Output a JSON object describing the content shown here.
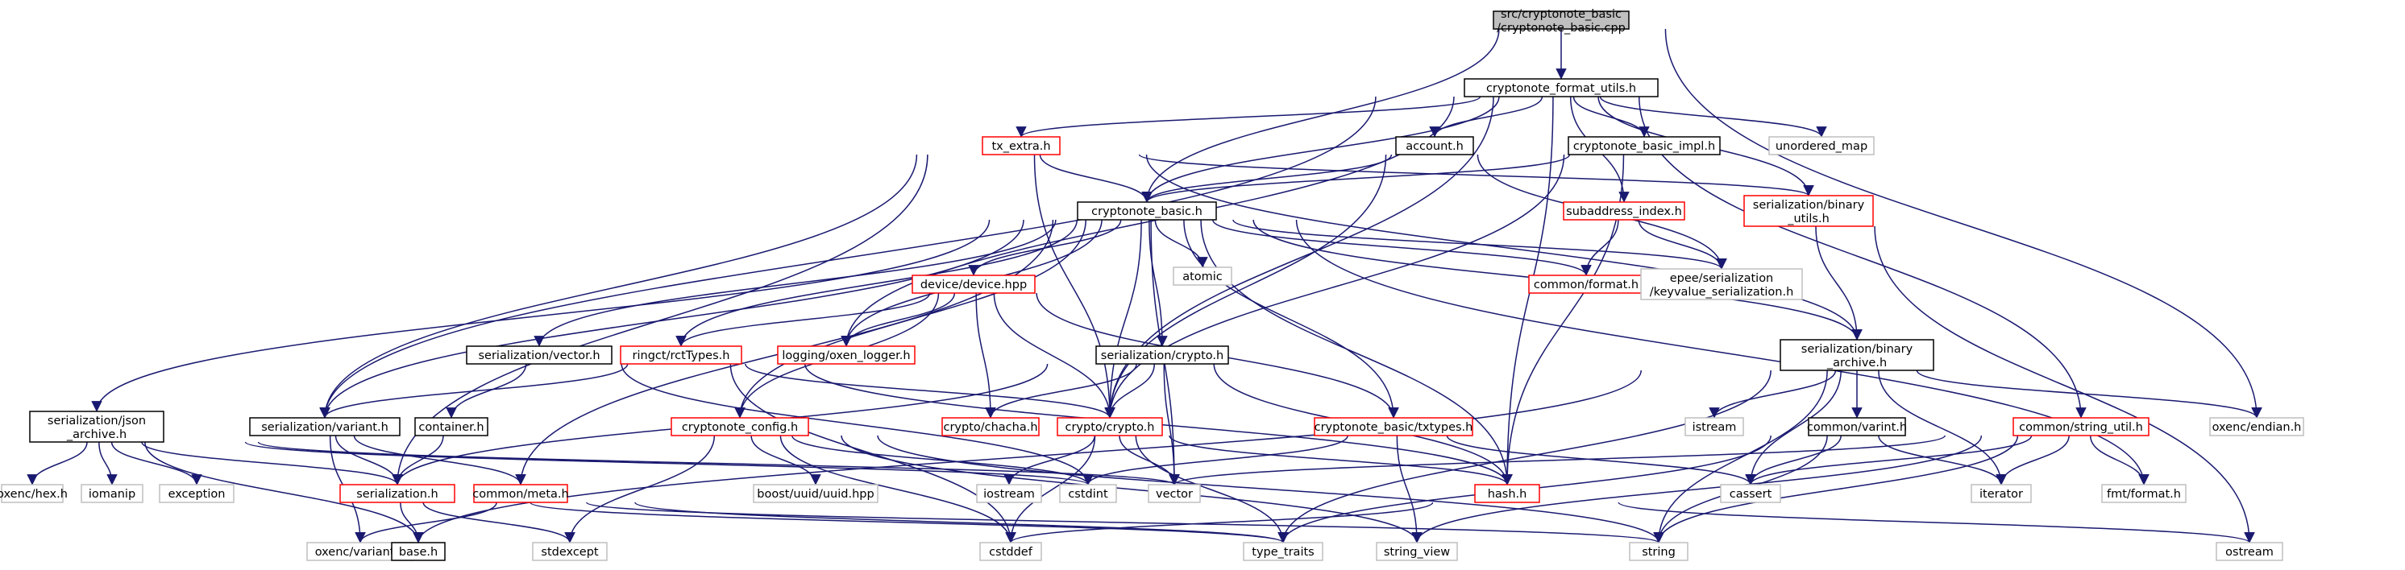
{
  "colors": {
    "edge": "#191970",
    "text": "#000000",
    "border_documented": "#000000",
    "border_incomplete": "#ff0000",
    "border_external": "#bfbfbf",
    "root_fill": "#bfbfbf",
    "node_fill": "#ffffff"
  },
  "nodes": [
    {
      "id": "root",
      "lines": [
        "src/cryptonote_basic",
        "/cryptonote_basic.cpp"
      ],
      "kind": "root"
    },
    {
      "id": "cfu",
      "lines": [
        "cryptonote_format_utils.h"
      ],
      "kind": "doc"
    },
    {
      "id": "txextra",
      "lines": [
        "tx_extra.h"
      ],
      "kind": "red"
    },
    {
      "id": "account",
      "lines": [
        "account.h"
      ],
      "kind": "doc"
    },
    {
      "id": "cbimpl",
      "lines": [
        "cryptonote_basic_impl.h"
      ],
      "kind": "doc"
    },
    {
      "id": "umap",
      "lines": [
        "unordered_map"
      ],
      "kind": "ext"
    },
    {
      "id": "cb",
      "lines": [
        "cryptonote_basic.h"
      ],
      "kind": "doc"
    },
    {
      "id": "subaddr",
      "lines": [
        "subaddress_index.h"
      ],
      "kind": "red"
    },
    {
      "id": "binutils",
      "lines": [
        "serialization/binary",
        "_utils.h"
      ],
      "kind": "red"
    },
    {
      "id": "atomic",
      "lines": [
        "atomic"
      ],
      "kind": "ext"
    },
    {
      "id": "devhpp",
      "lines": [
        "device/device.hpp"
      ],
      "kind": "red"
    },
    {
      "id": "format",
      "lines": [
        "common/format.h"
      ],
      "kind": "red"
    },
    {
      "id": "epee",
      "lines": [
        "epee/serialization",
        "/keyvalue_serialization.h"
      ],
      "kind": "ext"
    },
    {
      "id": "svector",
      "lines": [
        "serialization/vector.h"
      ],
      "kind": "doc"
    },
    {
      "id": "ringct",
      "lines": [
        "ringct/rctTypes.h"
      ],
      "kind": "red"
    },
    {
      "id": "logger",
      "lines": [
        "logging/oxen_logger.h"
      ],
      "kind": "red"
    },
    {
      "id": "scrypto",
      "lines": [
        "serialization/crypto.h"
      ],
      "kind": "doc"
    },
    {
      "id": "binarch",
      "lines": [
        "serialization/binary",
        "_archive.h"
      ],
      "kind": "doc"
    },
    {
      "id": "json",
      "lines": [
        "serialization/json",
        "_archive.h"
      ],
      "kind": "doc"
    },
    {
      "id": "svariant",
      "lines": [
        "serialization/variant.h"
      ],
      "kind": "doc"
    },
    {
      "id": "container",
      "lines": [
        "container.h"
      ],
      "kind": "doc"
    },
    {
      "id": "cconfig",
      "lines": [
        "cryptonote_config.h"
      ],
      "kind": "red"
    },
    {
      "id": "chacha",
      "lines": [
        "crypto/chacha.h"
      ],
      "kind": "red"
    },
    {
      "id": "cryptoh",
      "lines": [
        "crypto/crypto.h"
      ],
      "kind": "red"
    },
    {
      "id": "txtypes",
      "lines": [
        "cryptonote_basic/txtypes.h"
      ],
      "kind": "red"
    },
    {
      "id": "istream",
      "lines": [
        "istream"
      ],
      "kind": "ext"
    },
    {
      "id": "cvarint",
      "lines": [
        "common/varint.h"
      ],
      "kind": "doc"
    },
    {
      "id": "strutil",
      "lines": [
        "common/string_util.h"
      ],
      "kind": "red"
    },
    {
      "id": "endian",
      "lines": [
        "oxenc/endian.h"
      ],
      "kind": "ext"
    },
    {
      "id": "hexh",
      "lines": [
        "oxenc/hex.h"
      ],
      "kind": "ext"
    },
    {
      "id": "iomanip",
      "lines": [
        "iomanip"
      ],
      "kind": "ext"
    },
    {
      "id": "exception",
      "lines": [
        "exception"
      ],
      "kind": "ext"
    },
    {
      "id": "serialization",
      "lines": [
        "serialization.h"
      ],
      "kind": "red"
    },
    {
      "id": "meta",
      "lines": [
        "common/meta.h"
      ],
      "kind": "red"
    },
    {
      "id": "uuid",
      "lines": [
        "boost/uuid/uuid.hpp"
      ],
      "kind": "ext"
    },
    {
      "id": "iostream",
      "lines": [
        "iostream"
      ],
      "kind": "ext"
    },
    {
      "id": "cstdint",
      "lines": [
        "cstdint"
      ],
      "kind": "ext"
    },
    {
      "id": "vector",
      "lines": [
        "vector"
      ],
      "kind": "ext"
    },
    {
      "id": "hashh",
      "lines": [
        "hash.h"
      ],
      "kind": "red"
    },
    {
      "id": "cassert",
      "lines": [
        "cassert"
      ],
      "kind": "ext"
    },
    {
      "id": "iterator",
      "lines": [
        "iterator"
      ],
      "kind": "ext"
    },
    {
      "id": "fmtformat",
      "lines": [
        "fmt/format.h"
      ],
      "kind": "ext"
    },
    {
      "id": "ostream",
      "lines": [
        "ostream"
      ],
      "kind": "ext"
    },
    {
      "id": "oxvariant",
      "lines": [
        "oxenc/variant.h"
      ],
      "kind": "ext"
    },
    {
      "id": "base",
      "lines": [
        "base.h"
      ],
      "kind": "doc"
    },
    {
      "id": "stdexcept",
      "lines": [
        "stdexcept"
      ],
      "kind": "ext"
    },
    {
      "id": "cstddef",
      "lines": [
        "cstddef"
      ],
      "kind": "ext"
    },
    {
      "id": "typetraits",
      "lines": [
        "type_traits"
      ],
      "kind": "ext"
    },
    {
      "id": "stringview",
      "lines": [
        "string_view"
      ],
      "kind": "ext"
    },
    {
      "id": "string",
      "lines": [
        "string"
      ],
      "kind": "ext"
    }
  ],
  "edges": [
    [
      "root",
      "cfu"
    ],
    [
      "root",
      "cb"
    ],
    [
      "root",
      "endian"
    ],
    [
      "cfu",
      "txextra"
    ],
    [
      "cfu",
      "account"
    ],
    [
      "cfu",
      "cbimpl"
    ],
    [
      "cfu",
      "umap"
    ],
    [
      "cfu",
      "subaddr"
    ],
    [
      "cfu",
      "binutils"
    ],
    [
      "cfu",
      "cryptoh"
    ],
    [
      "cfu",
      "logger"
    ],
    [
      "cfu",
      "strutil"
    ],
    [
      "cfu",
      "hashh"
    ],
    [
      "cfu",
      "svariant"
    ],
    [
      "cfu",
      "cb"
    ],
    [
      "txextra",
      "cb"
    ],
    [
      "txextra",
      "binutils"
    ],
    [
      "txextra",
      "svariant"
    ],
    [
      "txextra",
      "serialization"
    ],
    [
      "txextra",
      "cryptoh"
    ],
    [
      "txextra",
      "binarch"
    ],
    [
      "account",
      "cb"
    ],
    [
      "account",
      "cryptoh"
    ],
    [
      "account",
      "epee"
    ],
    [
      "cbimpl",
      "cb"
    ],
    [
      "cbimpl",
      "hashh"
    ],
    [
      "cbimpl",
      "cryptoh"
    ],
    [
      "subaddr",
      "format"
    ],
    [
      "subaddr",
      "epee"
    ],
    [
      "binutils",
      "binarch"
    ],
    [
      "binutils",
      "ostream"
    ],
    [
      "cb",
      "atomic"
    ],
    [
      "cb",
      "devhpp"
    ],
    [
      "cb",
      "format"
    ],
    [
      "cb",
      "epee"
    ],
    [
      "cb",
      "svector"
    ],
    [
      "cb",
      "ringct"
    ],
    [
      "cb",
      "logger"
    ],
    [
      "cb",
      "scrypto"
    ],
    [
      "cb",
      "binarch"
    ],
    [
      "cb",
      "json"
    ],
    [
      "cb",
      "svariant"
    ],
    [
      "cb",
      "cconfig"
    ],
    [
      "cb",
      "cryptoh"
    ],
    [
      "cb",
      "txtypes"
    ],
    [
      "cb",
      "vector"
    ],
    [
      "cb",
      "hashh"
    ],
    [
      "cb",
      "fmtformat"
    ],
    [
      "cb",
      "meta"
    ],
    [
      "devhpp",
      "ringct"
    ],
    [
      "devhpp",
      "logger"
    ],
    [
      "devhpp",
      "chacha"
    ],
    [
      "devhpp",
      "cryptoh"
    ],
    [
      "devhpp",
      "txtypes"
    ],
    [
      "devhpp",
      "cconfig"
    ],
    [
      "svector",
      "container"
    ],
    [
      "svector",
      "cstdint"
    ],
    [
      "ringct",
      "svariant"
    ],
    [
      "ringct",
      "cryptoh"
    ],
    [
      "ringct",
      "hashh"
    ],
    [
      "ringct",
      "cstddef"
    ],
    [
      "scrypto",
      "chacha"
    ],
    [
      "scrypto",
      "cryptoh"
    ],
    [
      "scrypto",
      "vector"
    ],
    [
      "scrypto",
      "hashh"
    ],
    [
      "scrypto",
      "serialization"
    ],
    [
      "binarch",
      "endian"
    ],
    [
      "binarch",
      "istream"
    ],
    [
      "binarch",
      "cvarint"
    ],
    [
      "binarch",
      "cassert"
    ],
    [
      "binarch",
      "iterator"
    ],
    [
      "binarch",
      "typetraits"
    ],
    [
      "binarch",
      "string"
    ],
    [
      "binarch",
      "base"
    ],
    [
      "json",
      "hexh"
    ],
    [
      "json",
      "iomanip"
    ],
    [
      "json",
      "exception"
    ],
    [
      "json",
      "serialization"
    ],
    [
      "json",
      "base"
    ],
    [
      "json",
      "vector"
    ],
    [
      "json",
      "cstdint"
    ],
    [
      "svariant",
      "serialization"
    ],
    [
      "svariant",
      "meta"
    ],
    [
      "svariant",
      "oxvariant"
    ],
    [
      "container",
      "serialization"
    ],
    [
      "cconfig",
      "uuid"
    ],
    [
      "cconfig",
      "stdexcept"
    ],
    [
      "cconfig",
      "cstdint"
    ],
    [
      "cconfig",
      "cstddef"
    ],
    [
      "cconfig",
      "string"
    ],
    [
      "cconfig",
      "stringview"
    ],
    [
      "cryptoh",
      "iostream"
    ],
    [
      "cryptoh",
      "vector"
    ],
    [
      "cryptoh",
      "cstddef"
    ],
    [
      "cryptoh",
      "typetraits"
    ],
    [
      "cryptoh",
      "hashh"
    ],
    [
      "txtypes",
      "cstdint"
    ],
    [
      "txtypes",
      "stringview"
    ],
    [
      "txtypes",
      "cassert"
    ],
    [
      "hashh",
      "cstddef"
    ],
    [
      "hashh",
      "ostream"
    ],
    [
      "cvarint",
      "cassert"
    ],
    [
      "cvarint",
      "iterator"
    ],
    [
      "cvarint",
      "string"
    ],
    [
      "cvarint",
      "typetraits"
    ],
    [
      "strutil",
      "vector"
    ],
    [
      "strutil",
      "cassert"
    ],
    [
      "strutil",
      "iterator"
    ],
    [
      "strutil",
      "fmtformat"
    ],
    [
      "strutil",
      "stringview"
    ],
    [
      "strutil",
      "string"
    ],
    [
      "serialization",
      "base"
    ],
    [
      "serialization",
      "stdexcept"
    ],
    [
      "serialization",
      "typetraits"
    ],
    [
      "serialization",
      "string"
    ],
    [
      "meta",
      "oxvariant"
    ],
    [
      "meta",
      "typetraits"
    ]
  ]
}
